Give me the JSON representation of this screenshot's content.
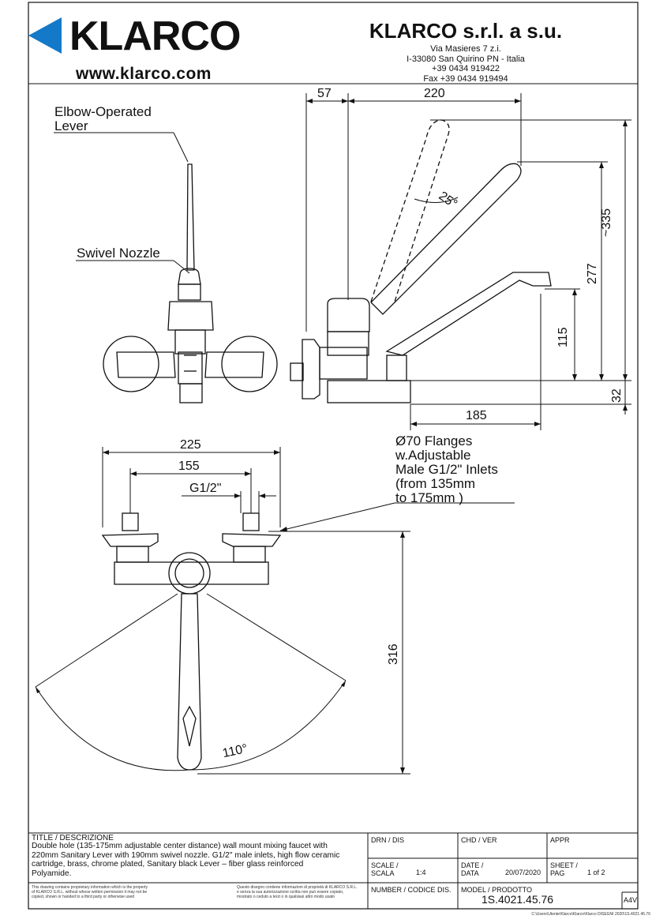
{
  "header": {
    "logo_text": "KLARCO",
    "website": "www.klarco.com",
    "company_name": "KLARCO  s.r.l. a s.u.",
    "address_lines": [
      "Via Masieres 7 z.i.",
      "I-33080 San Quirino PN - Italia",
      "+39 0434 919422",
      "Fax  +39 0434 919494"
    ]
  },
  "labels": {
    "lever": [
      "Elbow-Operated",
      "Lever"
    ],
    "nozzle": "Swivel Nozzle",
    "flanges": [
      "Ø70 Flanges",
      "w.Adjustable",
      "Male G1/2\" Inlets",
      "(from 135mm",
      "to 175mm )"
    ]
  },
  "dimensions": {
    "d57": "57",
    "d220": "220",
    "angle25": "25°",
    "d335": "~335",
    "d277": "277",
    "d115": "115",
    "d32": "32",
    "d185": "185",
    "d225": "225",
    "d155": "155",
    "g12": "G1/2\"",
    "d316": "316",
    "angle110": "110°"
  },
  "title_block": {
    "title_label": "TITLE / DESCRIZIONE",
    "description_lines": [
      "Double hole (135-175mm adjustable center distance) wall mount mixing faucet with",
      "220mm Sanitary Lever with 190mm swivel nozzle. G1/2\" male inlets, high flow ceramic",
      "cartridge, brass, chrome plated, Sanitary black Lever – fiber glass reinforced",
      "Polyamide."
    ],
    "drn_label": "DRN / DIS",
    "chd_label": "CHD / VER",
    "appr_label": "APPR",
    "scale_label": [
      "SCALE /",
      "SCALA"
    ],
    "scale_value": "1:4",
    "date_label": [
      "DATE /",
      "DATA"
    ],
    "date_value": "20/07/2020",
    "sheet_label": [
      "SHEET /",
      "PAG"
    ],
    "sheet_value": "1 of 2",
    "number_label": "NUMBER / CODICE DIS.",
    "model_label": "MODEL / PRODOTTO",
    "model_value": "1S.4021.45.76",
    "paper_size": "A4V",
    "legal_en": [
      "This drawing contains proprietary information which is the property",
      "of KLARCO S.R.L. without whose written permission it may not be",
      "copied, shown or handed to a third party or otherwise used"
    ],
    "legal_it": [
      "Questo disegno contiene informazioni di proprietà di KLARCO S.R.L.",
      "e senza la sua autorizzazione scritta non può essere copiato,",
      "mostrato o ceduto a terzi o in qualsiasi altro modo usato"
    ],
    "footer_note": "C:\\Users\\Utente\\Klarco\\Klarco\\Klarco DISEGNI 2020\\1S.4021.45.76"
  },
  "colors": {
    "logo_blue": "#1479c9",
    "line": "#111111"
  }
}
